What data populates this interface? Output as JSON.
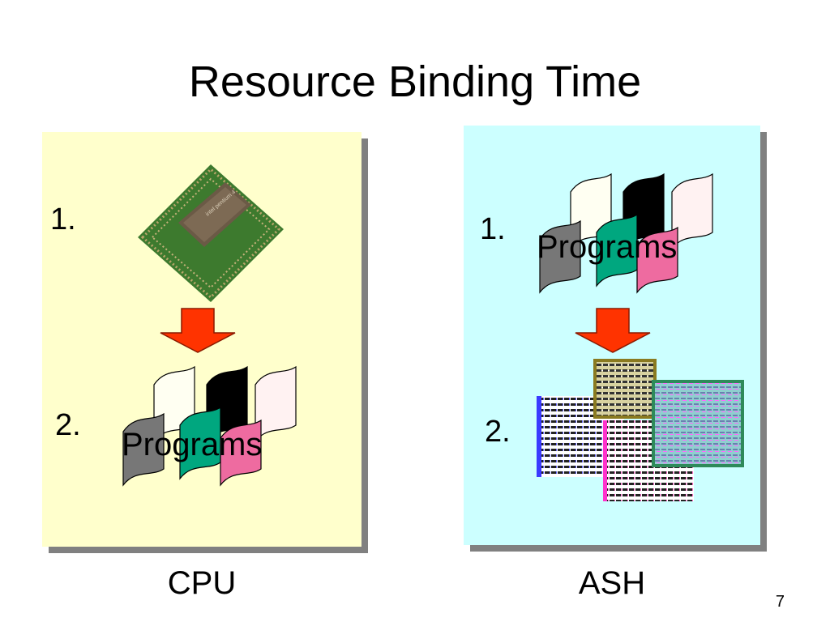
{
  "slide": {
    "title": "Resource Binding Time",
    "page_number": "7"
  },
  "colors": {
    "cpu_panel": "#ffffcc",
    "ash_panel": "#ccffff",
    "panel_shadow": "#808080",
    "arrow": "#ff3300",
    "flag_gray": "#777777",
    "flag_green": "#00a77f",
    "flag_pink": "#ee6ba0",
    "flag_black": "#000000",
    "flag_cream": "#fffff2",
    "flag_rose": "#fff2f2"
  },
  "panels": {
    "cpu": {
      "caption": "CPU",
      "step1_label": "1.",
      "step2_label": "2.",
      "programs_label": "Programs",
      "step1_image": "processor-chip",
      "arrow_icon": "down-arrow"
    },
    "ash": {
      "caption": "ASH",
      "step1_label": "1.",
      "step2_label": "2.",
      "programs_label": "Programs",
      "step2_image": "hardware-layouts",
      "arrow_icon": "down-arrow"
    }
  }
}
